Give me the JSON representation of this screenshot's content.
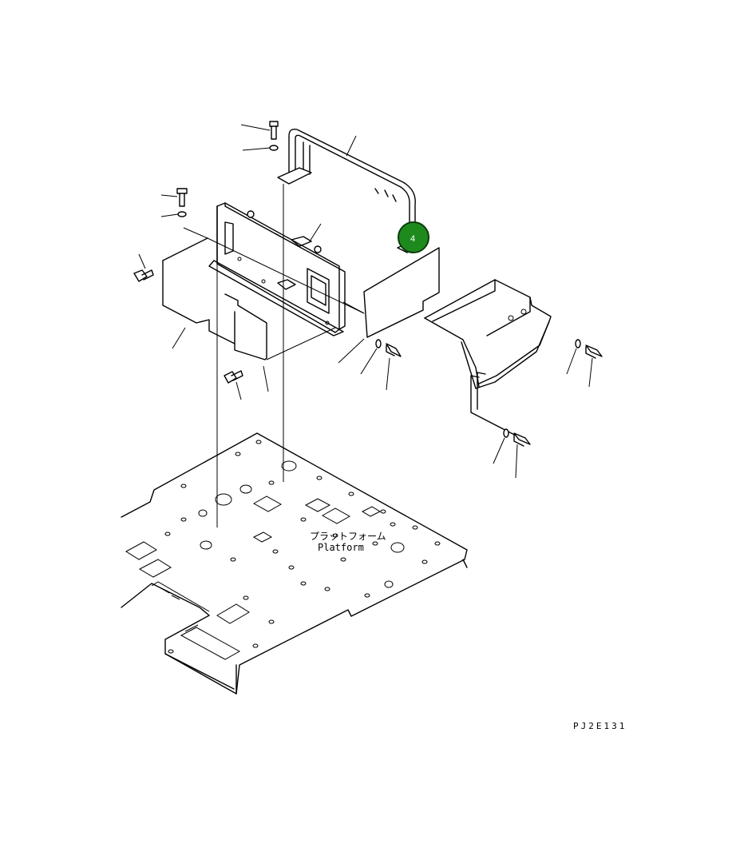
{
  "labels": {
    "platform_jp": "プラットフォーム",
    "platform_en": "Platform",
    "drawing_code": "PJ2E131"
  },
  "callout": {
    "number": "4",
    "color": "#1e8a1e"
  }
}
